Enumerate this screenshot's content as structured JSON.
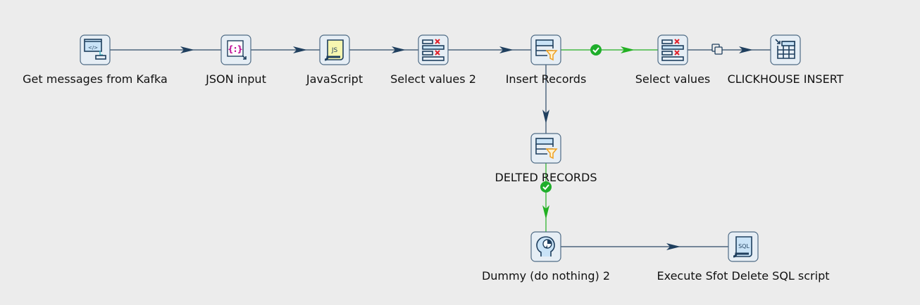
{
  "colors": {
    "background": "#ececec",
    "hop": "#2c4a66",
    "hop_success": "#22b022",
    "node_border": "#4f6b85"
  },
  "steps": [
    {
      "id": "kafka",
      "label": "Get messages from Kafka",
      "icon": "kafka-consumer-icon"
    },
    {
      "id": "json",
      "label": "JSON input",
      "icon": "json-input-icon"
    },
    {
      "id": "js",
      "label": "JavaScript",
      "icon": "javascript-icon"
    },
    {
      "id": "sel2",
      "label": "Select values 2",
      "icon": "select-values-icon"
    },
    {
      "id": "insert",
      "label": "Insert Records",
      "icon": "filter-rows-icon"
    },
    {
      "id": "sel",
      "label": "Select values",
      "icon": "select-values-icon"
    },
    {
      "id": "ch",
      "label": "CLICKHOUSE INSERT",
      "icon": "table-output-icon"
    },
    {
      "id": "del",
      "label": "DELTED RECORDS",
      "icon": "filter-rows-icon"
    },
    {
      "id": "dummy",
      "label": "Dummy (do nothing) 2",
      "icon": "dummy-icon"
    },
    {
      "id": "sql",
      "label": "Execute Sfot Delete SQL script",
      "icon": "sql-script-icon"
    }
  ],
  "hops": [
    {
      "from": "kafka",
      "to": "json",
      "type": "normal"
    },
    {
      "from": "json",
      "to": "js",
      "type": "normal"
    },
    {
      "from": "js",
      "to": "sel2",
      "type": "normal"
    },
    {
      "from": "sel2",
      "to": "insert",
      "type": "normal"
    },
    {
      "from": "insert",
      "to": "sel",
      "type": "true"
    },
    {
      "from": "sel",
      "to": "ch",
      "type": "copy"
    },
    {
      "from": "insert",
      "to": "del",
      "type": "false"
    },
    {
      "from": "del",
      "to": "dummy",
      "type": "true"
    },
    {
      "from": "dummy",
      "to": "sql",
      "type": "normal"
    }
  ]
}
